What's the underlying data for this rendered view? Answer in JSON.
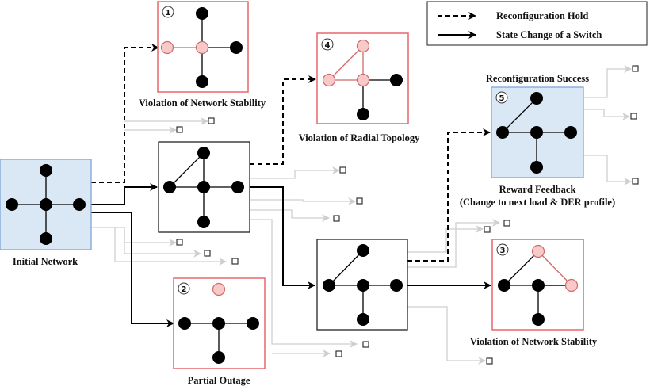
{
  "legend": {
    "items": [
      {
        "style": "dashed",
        "label": "Reconfiguration Hold"
      },
      {
        "style": "solid",
        "label": "State Change of a Switch"
      }
    ]
  },
  "colors": {
    "blue_fill": "#dae8f6",
    "blue_border": "#7ea6d8",
    "red_border": "#e8666a",
    "red_node_fill": "#f8c9c9",
    "red_node_stroke": "#d06a6a",
    "gray_branch": "#cfcfcf",
    "black": "#000000"
  },
  "nodes": {
    "initial": {
      "label": "Initial Network"
    },
    "state1": {
      "label": ""
    },
    "state2": {
      "label": ""
    },
    "outcome1": {
      "number": "1",
      "label": "Violation of Network Stability"
    },
    "outcome2": {
      "number": "2",
      "label": "Partial Outage"
    },
    "outcome3": {
      "number": "3",
      "label": "Violation of Network Stability"
    },
    "outcome4": {
      "number": "4",
      "label": "Violation of Radial Topology"
    },
    "outcome5": {
      "number": "5",
      "label_top": "Reconfiguration Success",
      "label_bottom_1": "Reward Feedback",
      "label_bottom_2": "(Change to next load & DER profile)"
    }
  }
}
